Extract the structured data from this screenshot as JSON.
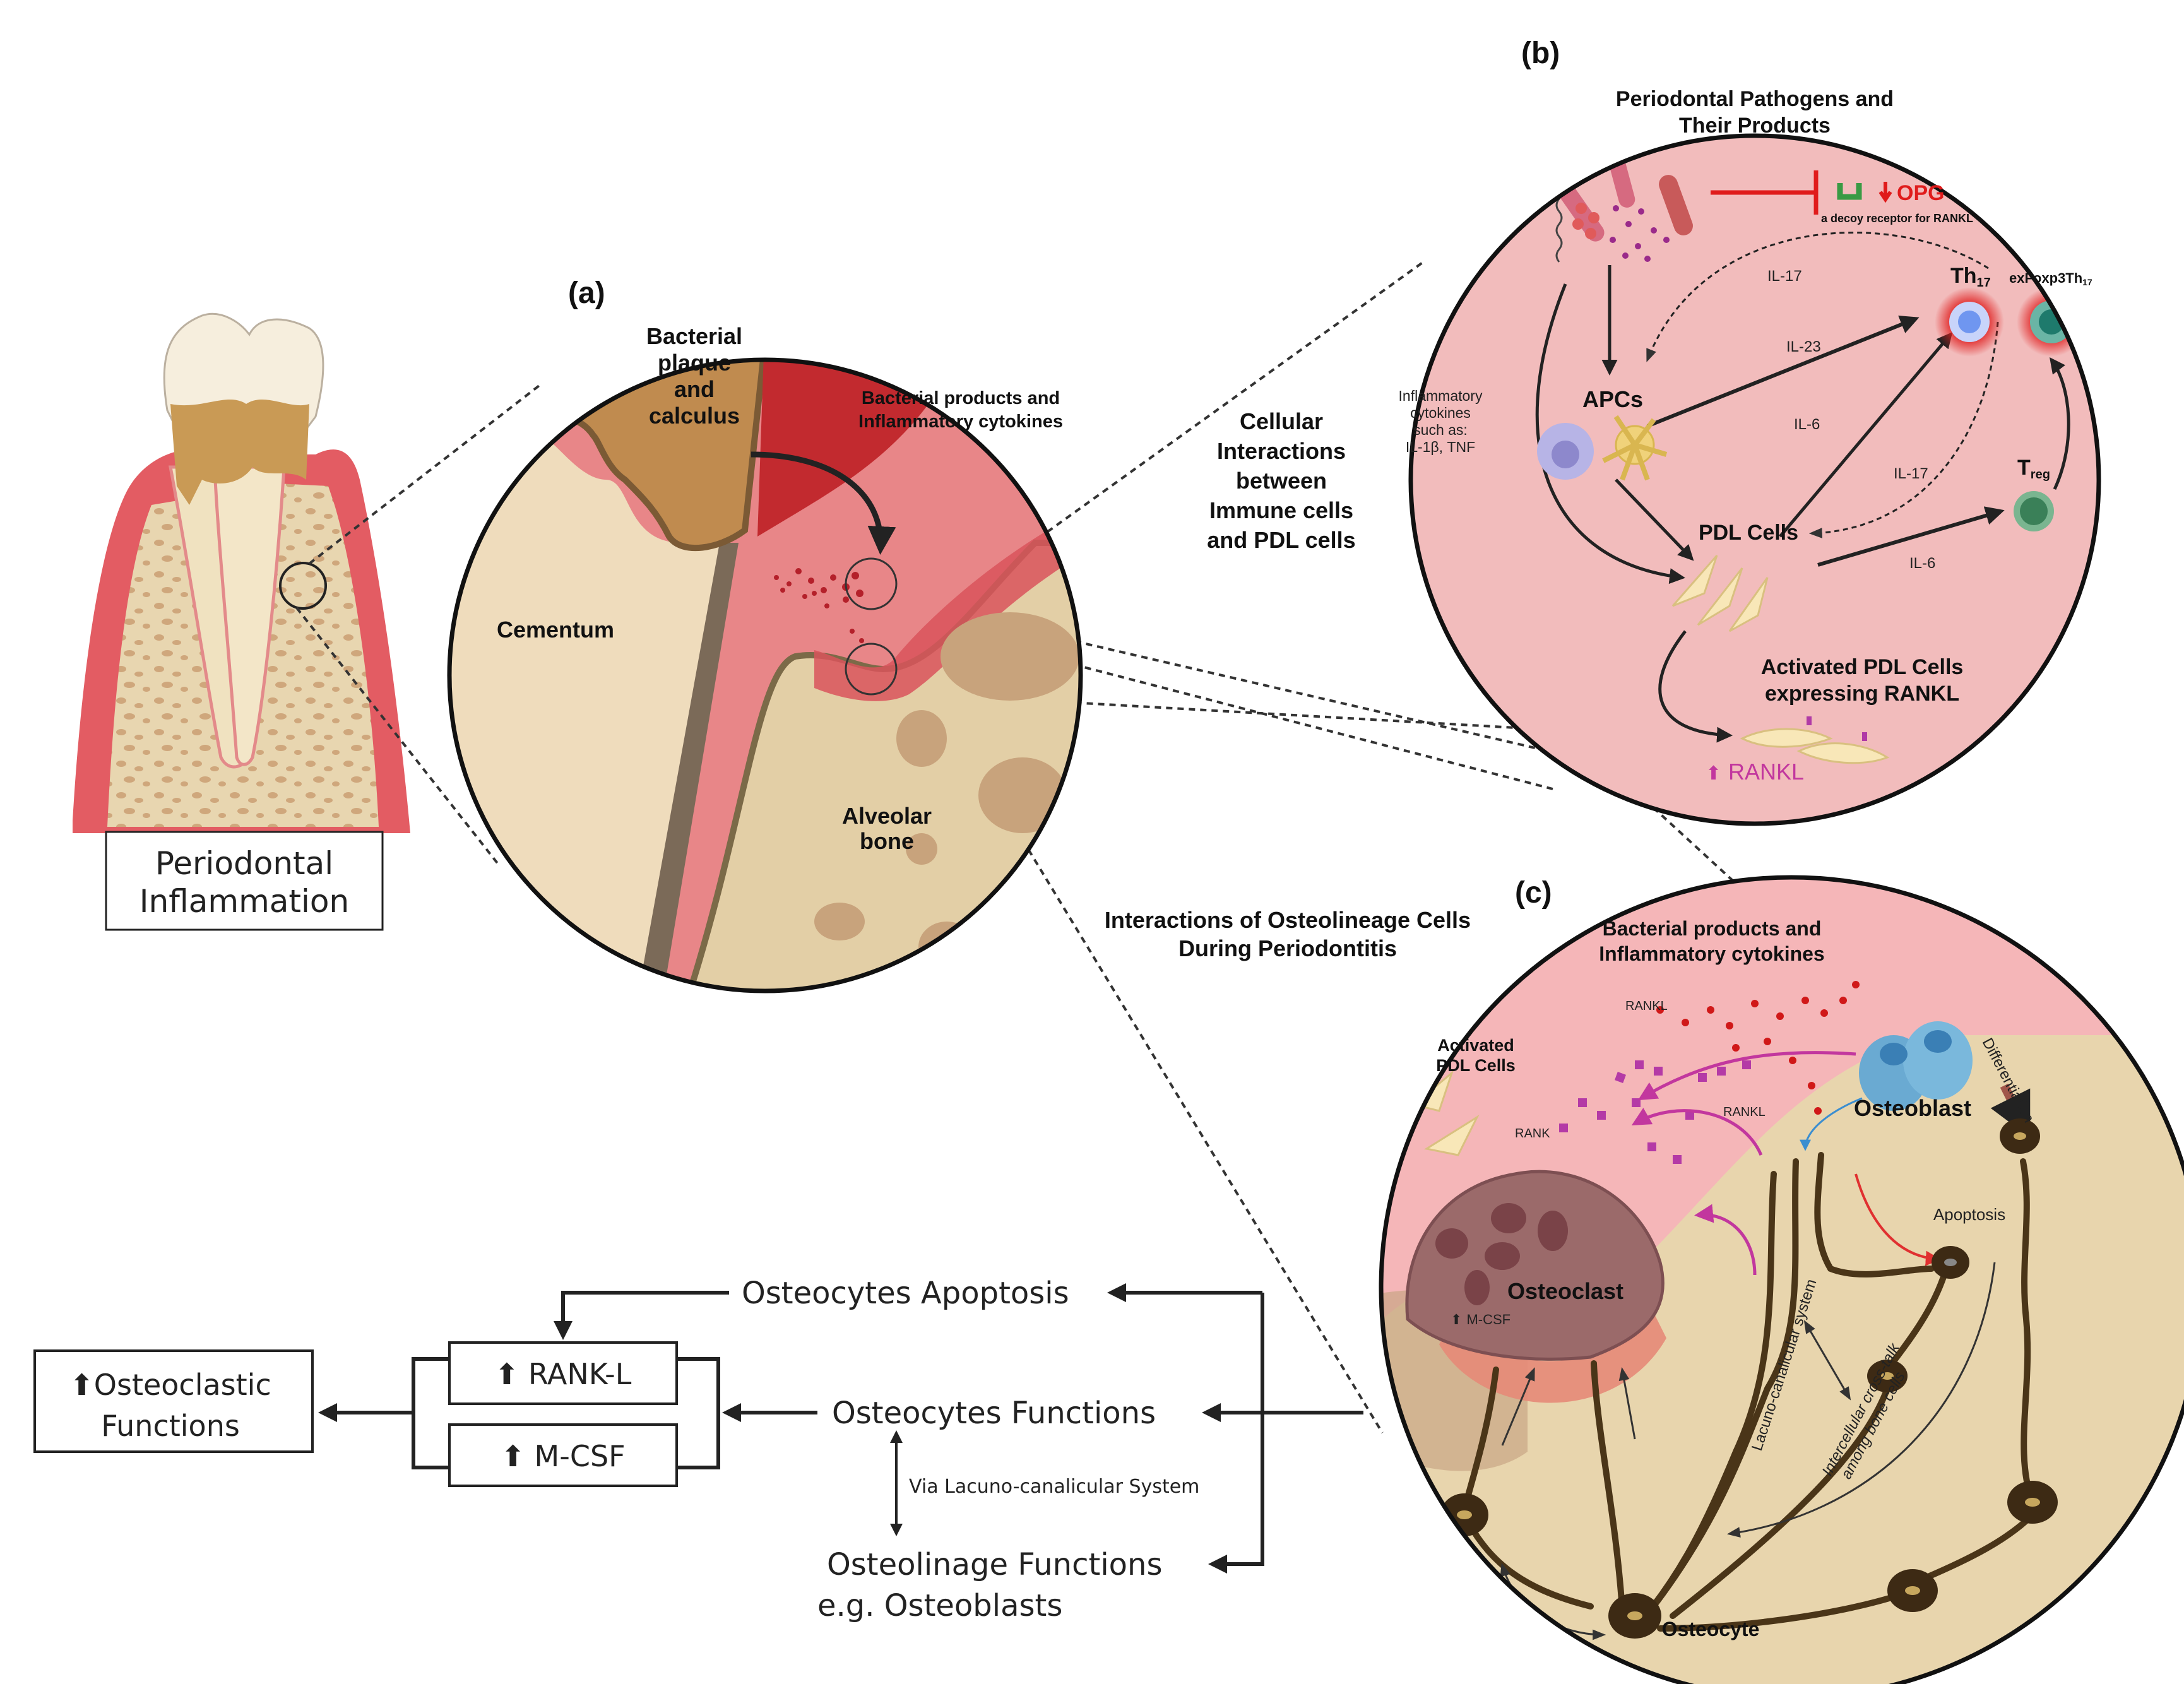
{
  "colors": {
    "gum_red": "#e0525a",
    "gum_pink": "#ea8a8c",
    "dark_red": "#c4282e",
    "plaque": "#c08b4f",
    "cementum": "#efdcbc",
    "bone": "#e5d1a8",
    "bone_pore": "#c8a37c",
    "panel_b_bg": "#f2bcbc",
    "panel_c_pink": "#f5b6b8",
    "panel_c_bone": "#e8d5ad",
    "opg_red": "#e01b1b",
    "opg_green": "#3a9a44",
    "rankl_magenta": "#c2379e",
    "th17_blue": "#7a9cf0",
    "exfoxp3_teal": "#2a8a7c",
    "treg_green": "#3e8a5c",
    "osteoblast_blue": "#6aaad2",
    "osteoclast_mauve": "#9b6a6a",
    "osteocyte_brown": "#3d2a14"
  },
  "tooth": {
    "label_line1": "Periodontal",
    "label_line2": "Inflammation"
  },
  "panel_a": {
    "tag": "(a)",
    "plaque_label": [
      "Bacterial",
      "plaque",
      "and",
      "calculus"
    ],
    "products_label": [
      "Bacterial products and",
      "Inflammatory cytokines"
    ],
    "cementum_label": "Cementum",
    "bone_label": [
      "Alveolar",
      "bone"
    ]
  },
  "connectors": {
    "cellular_label": [
      "Cellular",
      "Interactions",
      "between",
      "Immune cells",
      "and PDL cells"
    ],
    "osteo_label": [
      "Interactions of Osteolineage Cells",
      "During Periodontitis"
    ]
  },
  "panel_b": {
    "tag": "(b)",
    "title": [
      "Periodontal Pathogens and",
      "Their Products"
    ],
    "opg_label": "OPG",
    "opg_sub": "a decoy receptor for RANKL",
    "il17_top": "IL-17",
    "th17": "Th",
    "th17_sub": "17",
    "exfoxp3": "exFoxp3Th",
    "exfoxp3_sub": "17",
    "il23": "IL-23",
    "apcs": "APCs",
    "inflam_label": [
      "Inflammatory",
      "cytokines",
      "such as:",
      "IL-1β, TNF"
    ],
    "il6_a": "IL-6",
    "il17_b": "IL-17",
    "treg": "T",
    "treg_sub": "reg",
    "pdl_cells": "PDL Cells",
    "il6_b": "IL-6",
    "activated_label": [
      "Activated PDL Cells",
      "expressing RANKL"
    ],
    "rankl_up": "RANKL"
  },
  "panel_c": {
    "tag": "(c)",
    "title": [
      "Bacterial products and",
      "Inflammatory cytokines"
    ],
    "activated_pdl": [
      "Activated",
      "PDL Cells"
    ],
    "rankl_top": "RANKL",
    "rank": "RANK",
    "rankl_mid": "RANKL",
    "osteoblast": "Osteoblast",
    "differentiation": "Differentiation",
    "apoptosis": "Apoptosis",
    "osteoclast": "Osteoclast",
    "mcsf": "M-CSF",
    "lacuno": "Lacuno-canalicular system",
    "crosstalk": [
      "Intercellular cross-talk",
      "among bone cells"
    ],
    "osteocyte": "Osteocyte"
  },
  "flow": {
    "osteoclastic": [
      "Osteoclastic",
      "Functions"
    ],
    "rankl_box": "RANK-L",
    "mcsf_box": "M-CSF",
    "apoptosis": "Osteocytes Apoptosis",
    "functions": "Osteocytes Functions",
    "via": "Via Lacuno-canalicular System",
    "osteolinage": "Osteolinage Functions",
    "eg": "e.g. Osteoblasts"
  }
}
